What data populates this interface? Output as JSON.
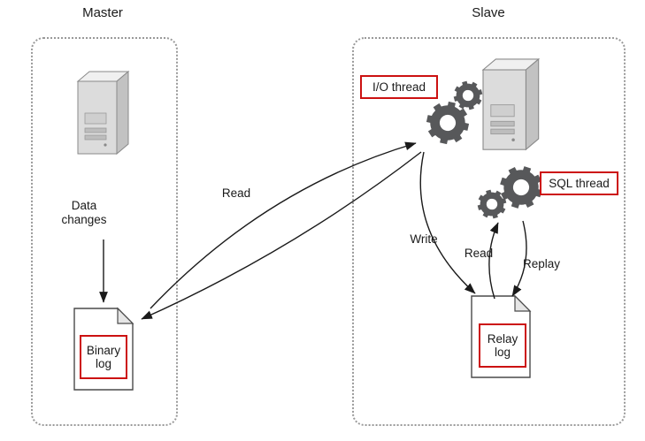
{
  "master": {
    "title": "Master",
    "data_changes_label": "Data\nchanges",
    "binary_log_label": "Binary\nlog"
  },
  "slave": {
    "title": "Slave",
    "io_thread_label": "I/O thread",
    "sql_thread_label": "SQL thread",
    "relay_log_label": "Relay\nlog"
  },
  "flow_labels": {
    "read_master": "Read",
    "write": "Write",
    "read_relay": "Read",
    "replay": "Replay"
  },
  "colors": {
    "highlight_red": "#cc1111",
    "gear_gray": "#57585a",
    "dashed_border_gray": "#999999",
    "arrow_black": "#1a1a1a"
  },
  "icons": {
    "master_server": "server-icon",
    "slave_server": "server-icon",
    "io_gears": "gear-icon",
    "sql_gears": "gear-icon",
    "binary_log_doc": "document-icon",
    "relay_log_doc": "document-icon"
  }
}
